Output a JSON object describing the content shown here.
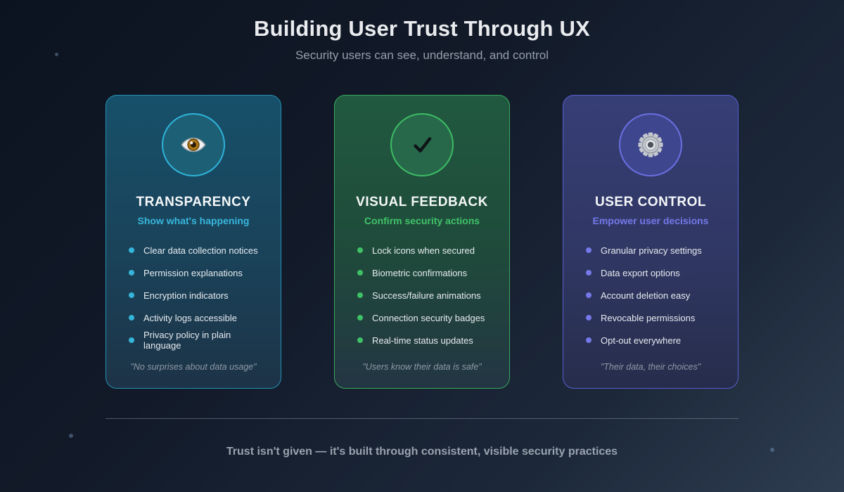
{
  "header": {
    "title": "Building User Trust Through UX",
    "subtitle": "Security users can see, understand, and control"
  },
  "cards": [
    {
      "id": "transparency",
      "icon": "eye-icon",
      "accent": "#35b5da",
      "title": "TRANSPARENCY",
      "subtitle": "Show what's happening",
      "items": [
        "Clear data collection notices",
        "Permission explanations",
        "Encryption indicators",
        "Activity logs accessible",
        "Privacy policy in plain language"
      ],
      "quote": "\"No surprises about data usage\""
    },
    {
      "id": "visual-feedback",
      "icon": "checkmark-icon",
      "accent": "#3fc166",
      "title": "VISUAL FEEDBACK",
      "subtitle": "Confirm security actions",
      "items": [
        "Lock icons when secured",
        "Biometric confirmations",
        "Success/failure animations",
        "Connection security badges",
        "Real-time status updates"
      ],
      "quote": "\"Users know their data is safe\""
    },
    {
      "id": "user-control",
      "icon": "gear-icon",
      "accent": "#7578e8",
      "title": "USER CONTROL",
      "subtitle": "Empower user decisions",
      "items": [
        "Granular privacy settings",
        "Data export options",
        "Account deletion easy",
        "Revocable permissions",
        "Opt-out everywhere"
      ],
      "quote": "\"Their data, their choices\""
    }
  ],
  "footer": {
    "tagline": "Trust isn't given — it's built through consistent, visible security practices"
  }
}
